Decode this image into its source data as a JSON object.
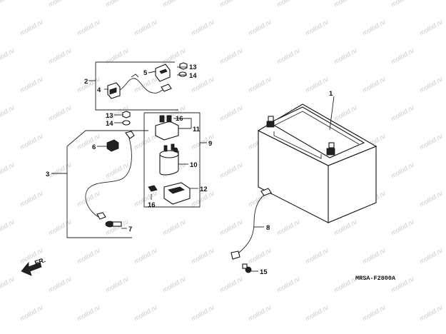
{
  "watermark": "motod.ru",
  "diagram_code": "MRSA-F2800A",
  "front_marker": "FR.",
  "callouts": {
    "c1": "1",
    "c2": "2",
    "c3": "3",
    "c4": "4",
    "c5": "5",
    "c6": "6",
    "c7": "7",
    "c8": "8",
    "c9": "9",
    "c10": "10",
    "c11": "11",
    "c12": "12",
    "c13a": "13",
    "c13b": "13",
    "c14a": "14",
    "c14b": "14",
    "c15": "15",
    "c16a": "16",
    "c16b": "16"
  }
}
